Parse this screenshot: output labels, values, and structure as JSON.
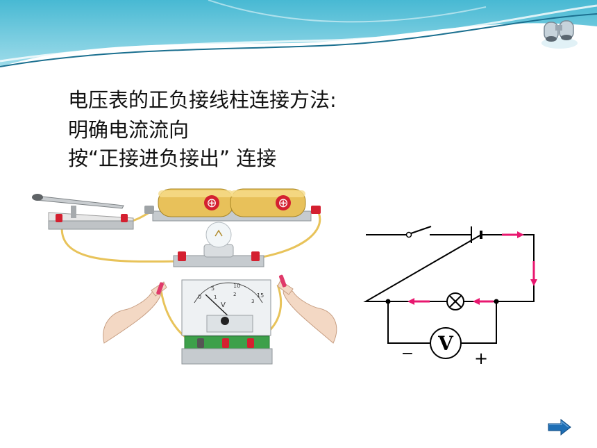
{
  "slide": {
    "line1": "电压表的正负接线柱连接方法:",
    "line2": "明确电流流向",
    "line3": "按“正接进负接出” 连接"
  },
  "lab": {
    "battery_plus_1": "⊕",
    "battery_plus_2": "⊕",
    "meter_unit": "V",
    "meter_scale": [
      "0",
      "5",
      "10",
      "15",
      "1",
      "2",
      "3"
    ]
  },
  "circuit": {
    "voltmeter_label": "V",
    "minus_label": "−",
    "plus_label": "+",
    "arrow_color": "#e8176f"
  },
  "colors": {
    "header_blue": "#5cc6dc",
    "wire_yellow": "#e8c35a",
    "battery_gold": "#e8c15a",
    "terminal_red": "#d42030",
    "nav_arrow": "#1f6fb5"
  },
  "nav": {
    "next_icon": "right-arrow-icon"
  }
}
